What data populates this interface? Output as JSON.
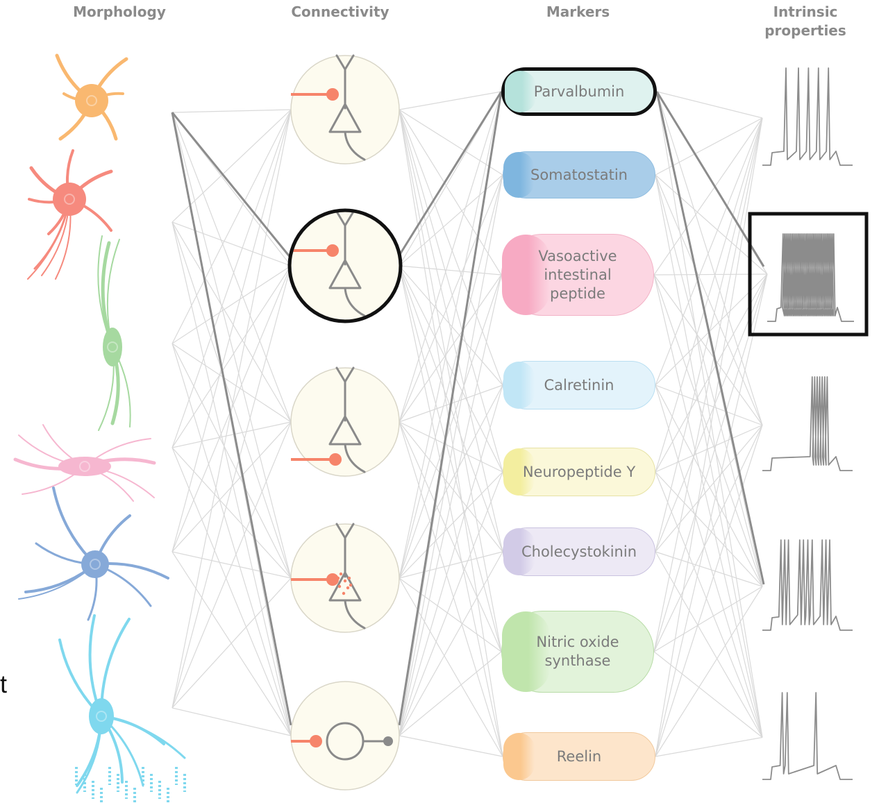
{
  "columns": {
    "morphology": "Morphology",
    "connectivity": "Connectivity",
    "markers": "Markers",
    "intrinsic": "Intrinsic properties"
  },
  "markers": [
    {
      "label": "Parvalbumin",
      "fill": "#dff2ef",
      "shade": "#b5e2db",
      "border": "#111111",
      "selected": true
    },
    {
      "label": "Somatostatin",
      "fill": "#a9cde9",
      "shade": "#7fb6df",
      "border": "#8fbde0",
      "selected": false
    },
    {
      "label": "Vasoactive intestinal peptide",
      "fill": "#fcd6e2",
      "shade": "#f7aac3",
      "border": "#f2b3c7",
      "selected": false
    },
    {
      "label": "Calretinin",
      "fill": "#e3f3fb",
      "shade": "#c1e6f6",
      "border": "#b9dff2",
      "selected": false
    },
    {
      "label": "Neuropeptide Y",
      "fill": "#fbf8d9",
      "shade": "#f3ee9f",
      "border": "#e6e2a5",
      "selected": false
    },
    {
      "label": "Cholecystokinin",
      "fill": "#ede9f5",
      "shade": "#d2cbe7",
      "border": "#c9c2df",
      "selected": false
    },
    {
      "label": "Nitric oxide synthase",
      "fill": "#e2f3da",
      "shade": "#c0e5ac",
      "border": "#b8dca7",
      "selected": false
    },
    {
      "label": "Reelin",
      "fill": "#fde5cb",
      "shade": "#fbc88f",
      "border": "#f1c99d",
      "selected": false
    }
  ],
  "morphology_cells": [
    {
      "type": "multipolar",
      "color": "#f9b870"
    },
    {
      "type": "basket-with-axon",
      "color": "#f68a7e"
    },
    {
      "type": "bipolar-elongated",
      "color": "#a6d9a0"
    },
    {
      "type": "bipolar-horizontal",
      "color": "#f6b7d0"
    },
    {
      "type": "multipolar-large",
      "color": "#86a9d8"
    },
    {
      "type": "chandelier",
      "color": "#7fd8ee"
    }
  ],
  "connectivity_cells": [
    {
      "type": "soma-targeting",
      "selected": false
    },
    {
      "type": "soma-targeting",
      "selected": true
    },
    {
      "type": "axon-initial-segment",
      "selected": false
    },
    {
      "type": "volume-release",
      "selected": false
    },
    {
      "type": "interneuron-targeting",
      "selected": false
    }
  ],
  "firing_traces": [
    {
      "pattern": "regular-sparse",
      "selected": false
    },
    {
      "pattern": "fast-spiking",
      "selected": true
    },
    {
      "pattern": "delayed-burst",
      "selected": false
    },
    {
      "pattern": "irregular",
      "selected": false
    },
    {
      "pattern": "sparse-late",
      "selected": false
    }
  ],
  "colors": {
    "accent_orange": "#f6846a",
    "line_light": "#d9d9d9",
    "line_bold": "#8c8c8c",
    "trace": "#8c8c8c",
    "circle_fill": "#fdfbef",
    "selection": "#111111"
  },
  "stray_text": "t"
}
